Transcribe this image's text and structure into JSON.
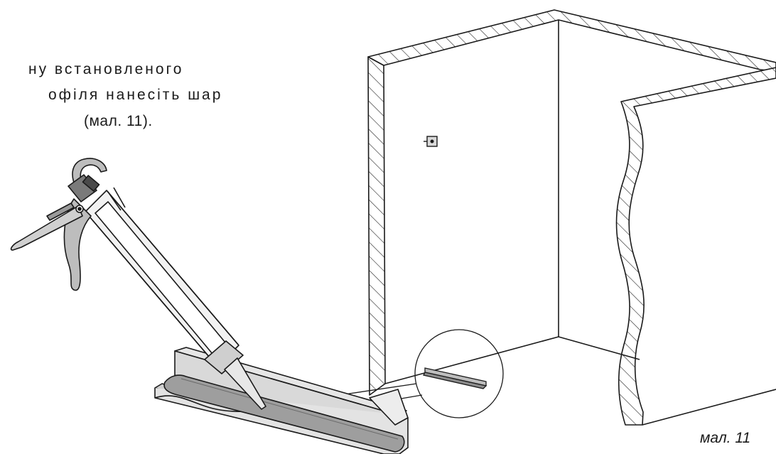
{
  "instruction": {
    "line1": "ну встановленого",
    "line2": "офіля нанесіть шар",
    "line3": "(мал. 11)."
  },
  "figure": {
    "caption": "мал. 11"
  },
  "icons": [
    "caulking-gun-icon",
    "profile-channel-icon",
    "room-corner-icon",
    "magnifier-circle-icon",
    "wall-bracket-icon"
  ]
}
